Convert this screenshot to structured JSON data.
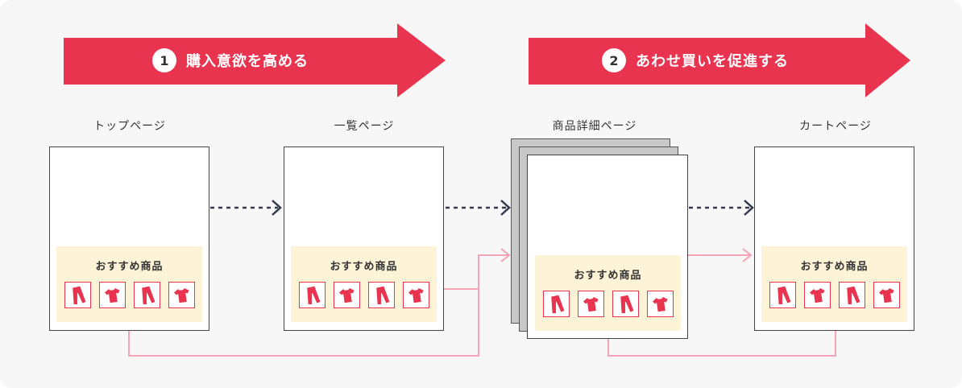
{
  "steps": [
    {
      "number": "1",
      "label": "購入意欲を高める"
    },
    {
      "number": "2",
      "label": "あわせ買いを促進する"
    }
  ],
  "pages": [
    {
      "label": "トップページ",
      "recommend_title": "おすすめ商品"
    },
    {
      "label": "一覧ページ",
      "recommend_title": "おすすめ商品"
    },
    {
      "label": "商品詳細ページ",
      "recommend_title": "おすすめ商品"
    },
    {
      "label": "カートページ",
      "recommend_title": "おすすめ商品"
    }
  ],
  "product_icons": [
    "pants-icon",
    "tshirt-icon",
    "pants-icon",
    "tshirt-icon"
  ],
  "colors": {
    "accent": "#e8344e",
    "highlight_link": "#f5a3b5",
    "flow_arrow": "#333a4d",
    "recommend_bg": "#fdf3d6"
  }
}
